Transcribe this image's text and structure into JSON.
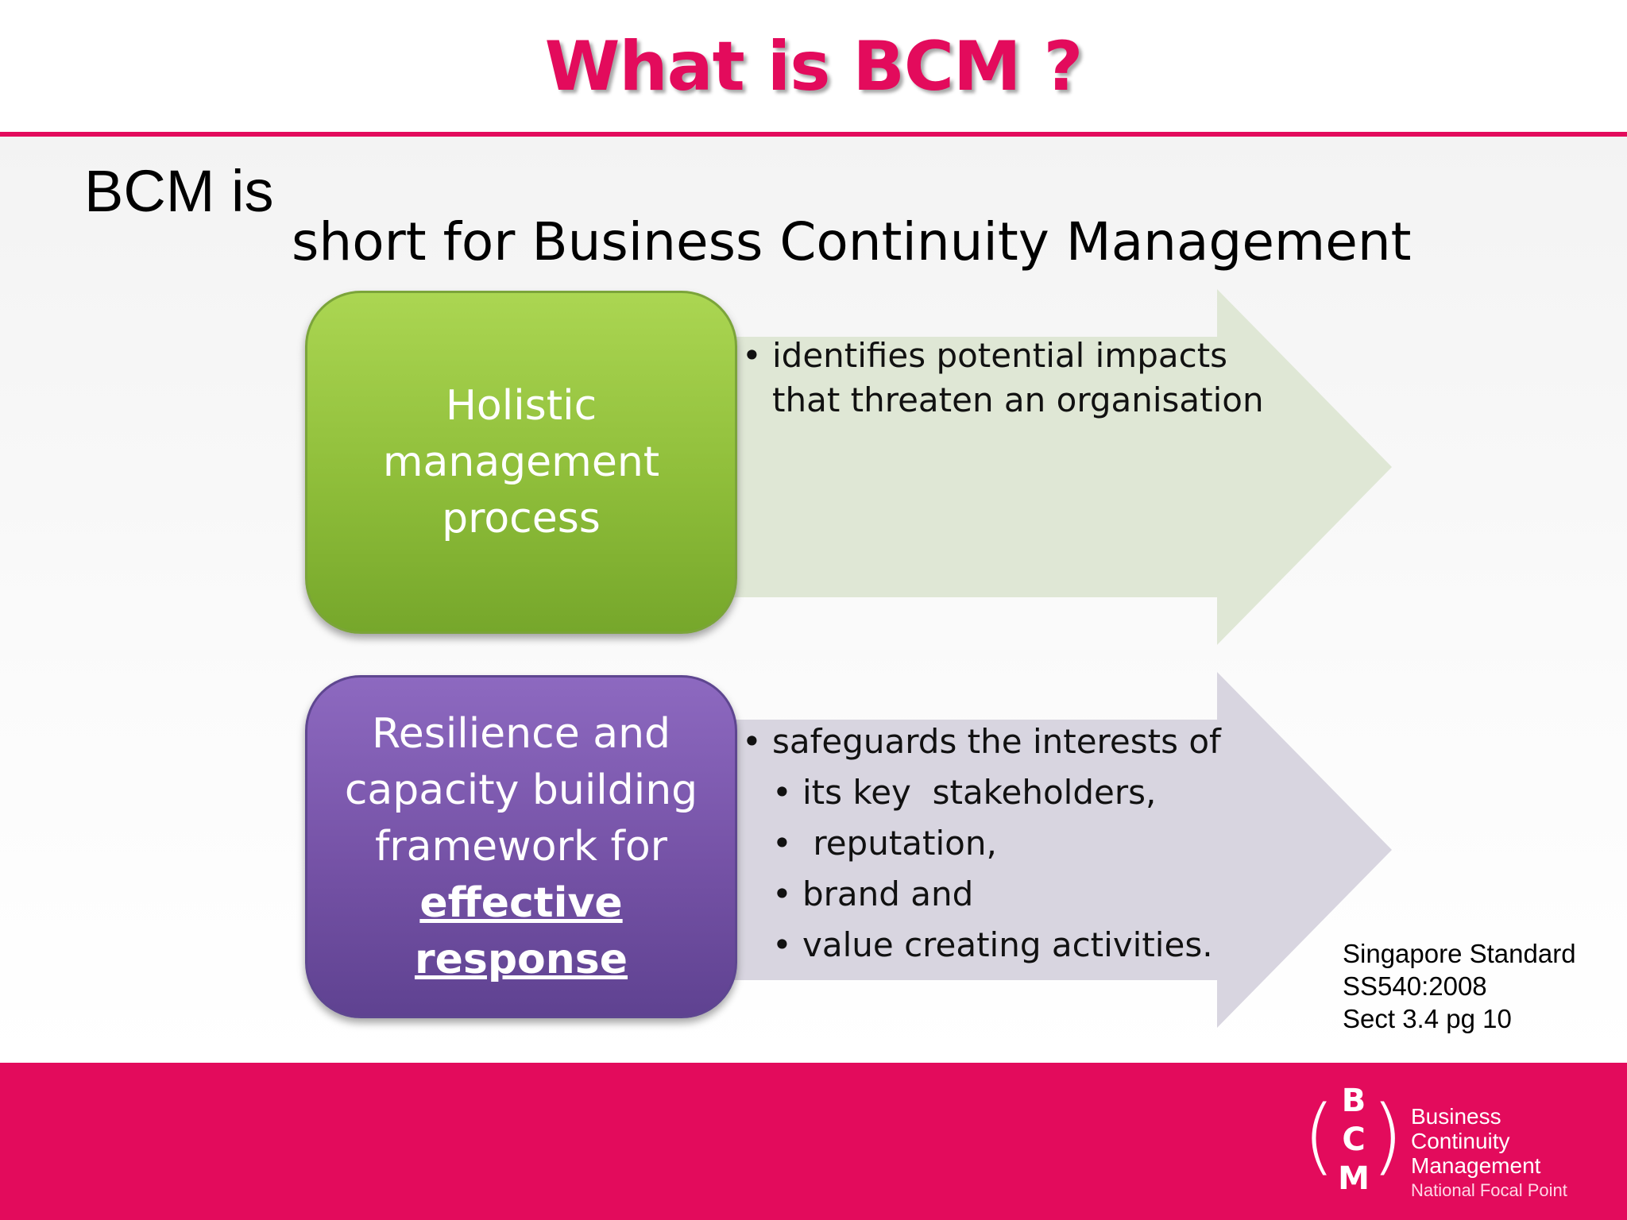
{
  "slide": {
    "title": "What is BCM ?",
    "lead": "BCM is",
    "subtitle": "short for Business Continuity Management"
  },
  "colors": {
    "accent": "#e30b5c",
    "green_box": "#8fbe3a",
    "purple_box": "#7552a6",
    "green_arrow": "#dfe7d5",
    "purple_arrow": "#d8d5e0"
  },
  "row1": {
    "box_lines": [
      "Holistic",
      "management",
      "process"
    ],
    "bullets": [
      "identifies potential impacts",
      "that threaten an organisation"
    ]
  },
  "row2": {
    "box_lines": [
      "Resilience and",
      "capacity building",
      "framework for"
    ],
    "box_emphasis": [
      "effective",
      "response"
    ],
    "bullet": "safeguards the interests of",
    "sub_bullets": [
      "its key  stakeholders,",
      " reputation,",
      "brand and",
      "value creating activities."
    ]
  },
  "citation": [
    "Singapore Standard",
    "SS540:2008",
    "Sect 3.4 pg 10"
  ],
  "logo": {
    "letters": [
      "B",
      "C",
      "M"
    ],
    "lines": [
      "Business",
      "Continuity",
      "Management"
    ],
    "tagline": "National Focal Point"
  },
  "bullet_glyph": "•"
}
